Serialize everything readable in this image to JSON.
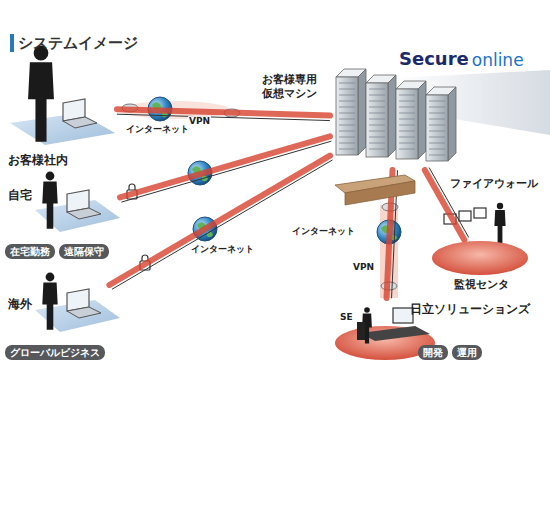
{
  "diagram": {
    "title": "システムイメージ",
    "nodes": [
      {
        "text": [
          "お客様専用 仮想マシン"
        ]
      },
      {
        "text": [
          "お客様社内"
        ]
      },
      {
        "text": [
          "自宅"
        ]
      },
      {
        "text": [
          "在宅勤務"
        ]
      },
      {
        "text": [
          "遠隔保守"
        ]
      },
      {
        "text": [
          "海外"
        ]
      },
      {
        "text": [
          "グローバルビジネス"
        ]
      },
      {
        "text": [
          "ファイアウォール"
        ]
      },
      {
        "text": [
          "監視センタ"
        ]
      },
      {
        "text": [
          "日立ソリューションズ"
        ]
      },
      {
        "text": [
          "開発"
        ]
      },
      {
        "text": [
          "運用"
        ]
      }
    ],
    "edges": [
      {
        "from": 1,
        "to": 0,
        "arrow": "none"
      },
      {
        "from": 2,
        "to": 0,
        "arrow": "none"
      },
      {
        "from": 5,
        "to": 0,
        "arrow": "none"
      },
      {
        "from": 9,
        "to": 0,
        "arrow": "none"
      },
      {
        "from": 8,
        "to": 0,
        "arrow": "none"
      }
    ],
    "labels": [
      "Secure",
      "online",
      "インターネット",
      "VPN",
      "インターネット",
      "インターネット",
      "VPN",
      "SE"
    ]
  }
}
